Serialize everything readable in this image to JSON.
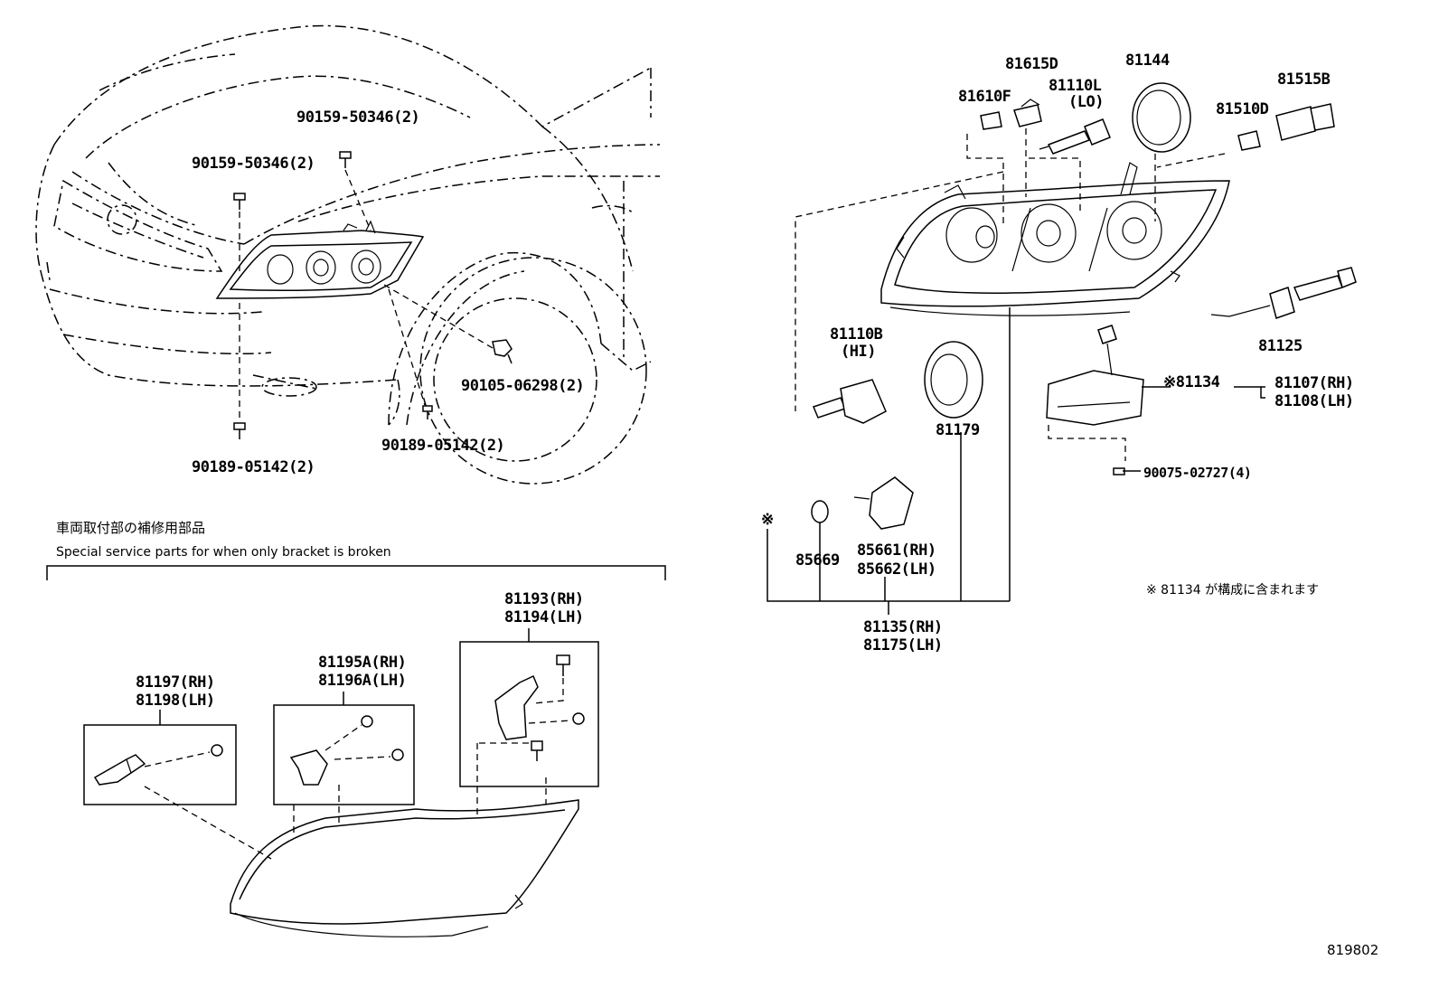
{
  "labels": {
    "left_bolt_upper": "90159-50346(2)",
    "left_bolt_upper2": "90159-50346(2)",
    "left_bolt_lower": "90189-05142(2)",
    "left_screw_fender": "90105-06298(2)",
    "left_bolt_lower2": "90189-05142(2)",
    "p81615D": "81615D",
    "p81610F": "81610F",
    "p81110L": "81110L",
    "p81110L_sub": "(LO)",
    "p81144": "81144",
    "p81515B": "81515B",
    "p81510D": "81510D",
    "p81125": "81125",
    "p81110B": "81110B",
    "p81110B_sub": "(HI)",
    "p81179": "81179",
    "p81134": "※81134",
    "p81107": "81107(RH)",
    "p81108": "81108(LH)",
    "p90075": "90075-02727(4)",
    "p85669": "85669",
    "p85661": "85661(RH)",
    "p85662": "85662(LH)",
    "p81135": "81135(RH)",
    "p81175": "81175(LH)",
    "asterisk": "※",
    "note_81134": "※ 81134 が構成に含まれます",
    "p81193": "81193(RH)",
    "p81194": "81194(LH)",
    "p81195A": "81195A(RH)",
    "p81196A": "81196A(LH)",
    "p81197": "81197(RH)",
    "p81198": "81198(LH)",
    "service_jp": "車両取付部の補修用部品",
    "service_en": "Special service parts for when only bracket is broken",
    "diagram_code": "819802"
  }
}
